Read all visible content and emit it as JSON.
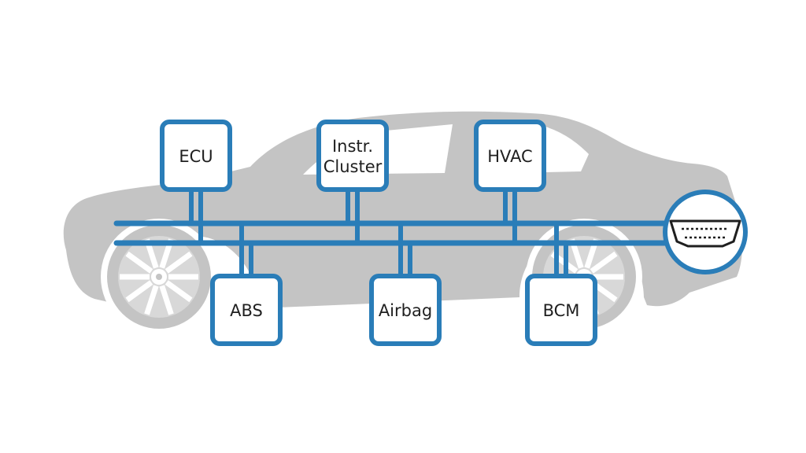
{
  "colors": {
    "car_body": "#c4c4c4",
    "wheel_face": "#d8d8d8",
    "bus_line": "#2a7db8",
    "module_border": "#2a7db8",
    "module_fill": "#ffffff",
    "connector_fill": "#ffffff",
    "text": "#1f1f1f"
  },
  "diagram": {
    "bus": {
      "name": "can-bus",
      "line_count": 2
    },
    "connector": {
      "name": "obd-port",
      "icon": "obd-connector-icon"
    },
    "modules_top": [
      {
        "id": "ecu",
        "lines": [
          "ECU"
        ]
      },
      {
        "id": "instr-cluster",
        "lines": [
          "Instr.",
          "Cluster"
        ]
      },
      {
        "id": "hvac",
        "lines": [
          "HVAC"
        ]
      }
    ],
    "modules_bottom": [
      {
        "id": "abs",
        "lines": [
          "ABS"
        ]
      },
      {
        "id": "airbag",
        "lines": [
          "Airbag"
        ]
      },
      {
        "id": "bcm",
        "lines": [
          "BCM"
        ]
      }
    ],
    "background": {
      "name": "sedan-silhouette",
      "icon": "car-icon"
    }
  }
}
